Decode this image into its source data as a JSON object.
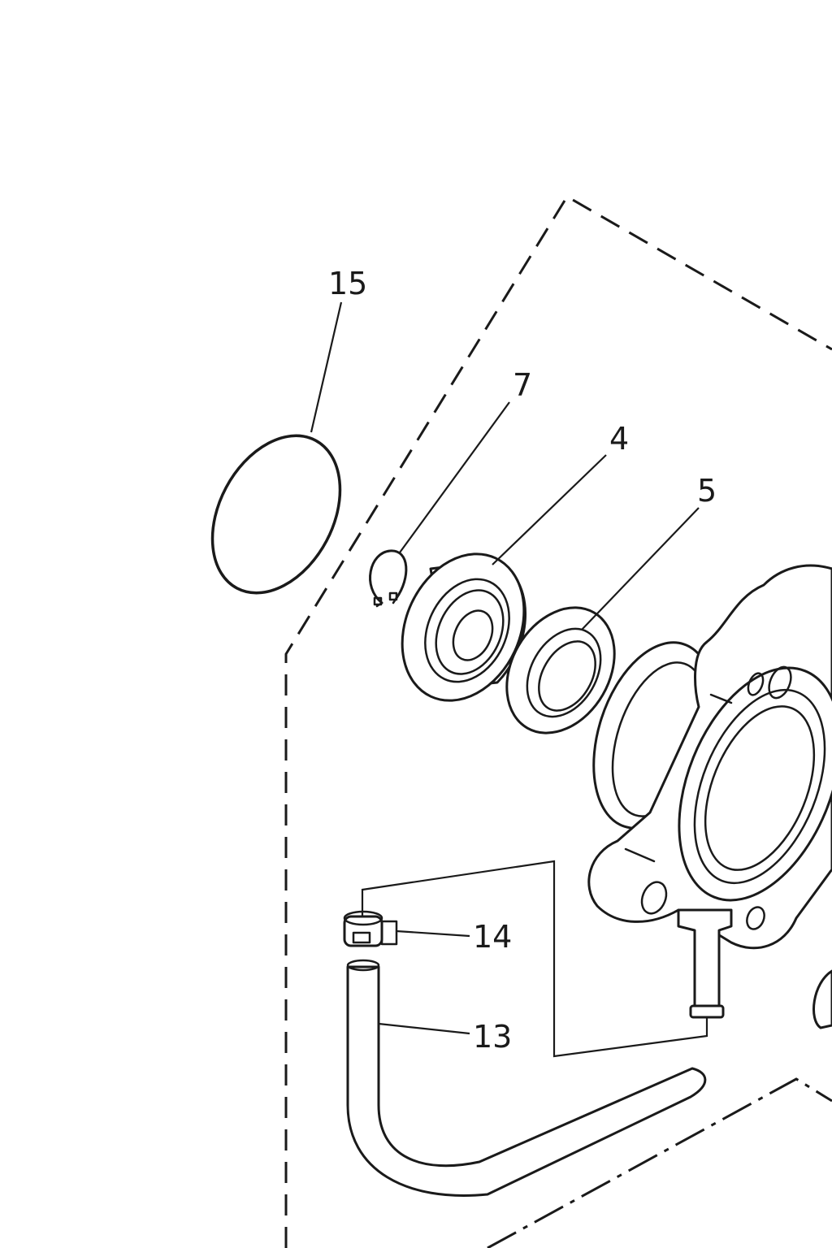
{
  "callouts": {
    "c15": "15",
    "c7": "7",
    "c4": "4",
    "c5": "5",
    "c14": "14",
    "c13": "13"
  },
  "colors": {
    "line": "#1a1a1a",
    "background": "#ffffff"
  }
}
